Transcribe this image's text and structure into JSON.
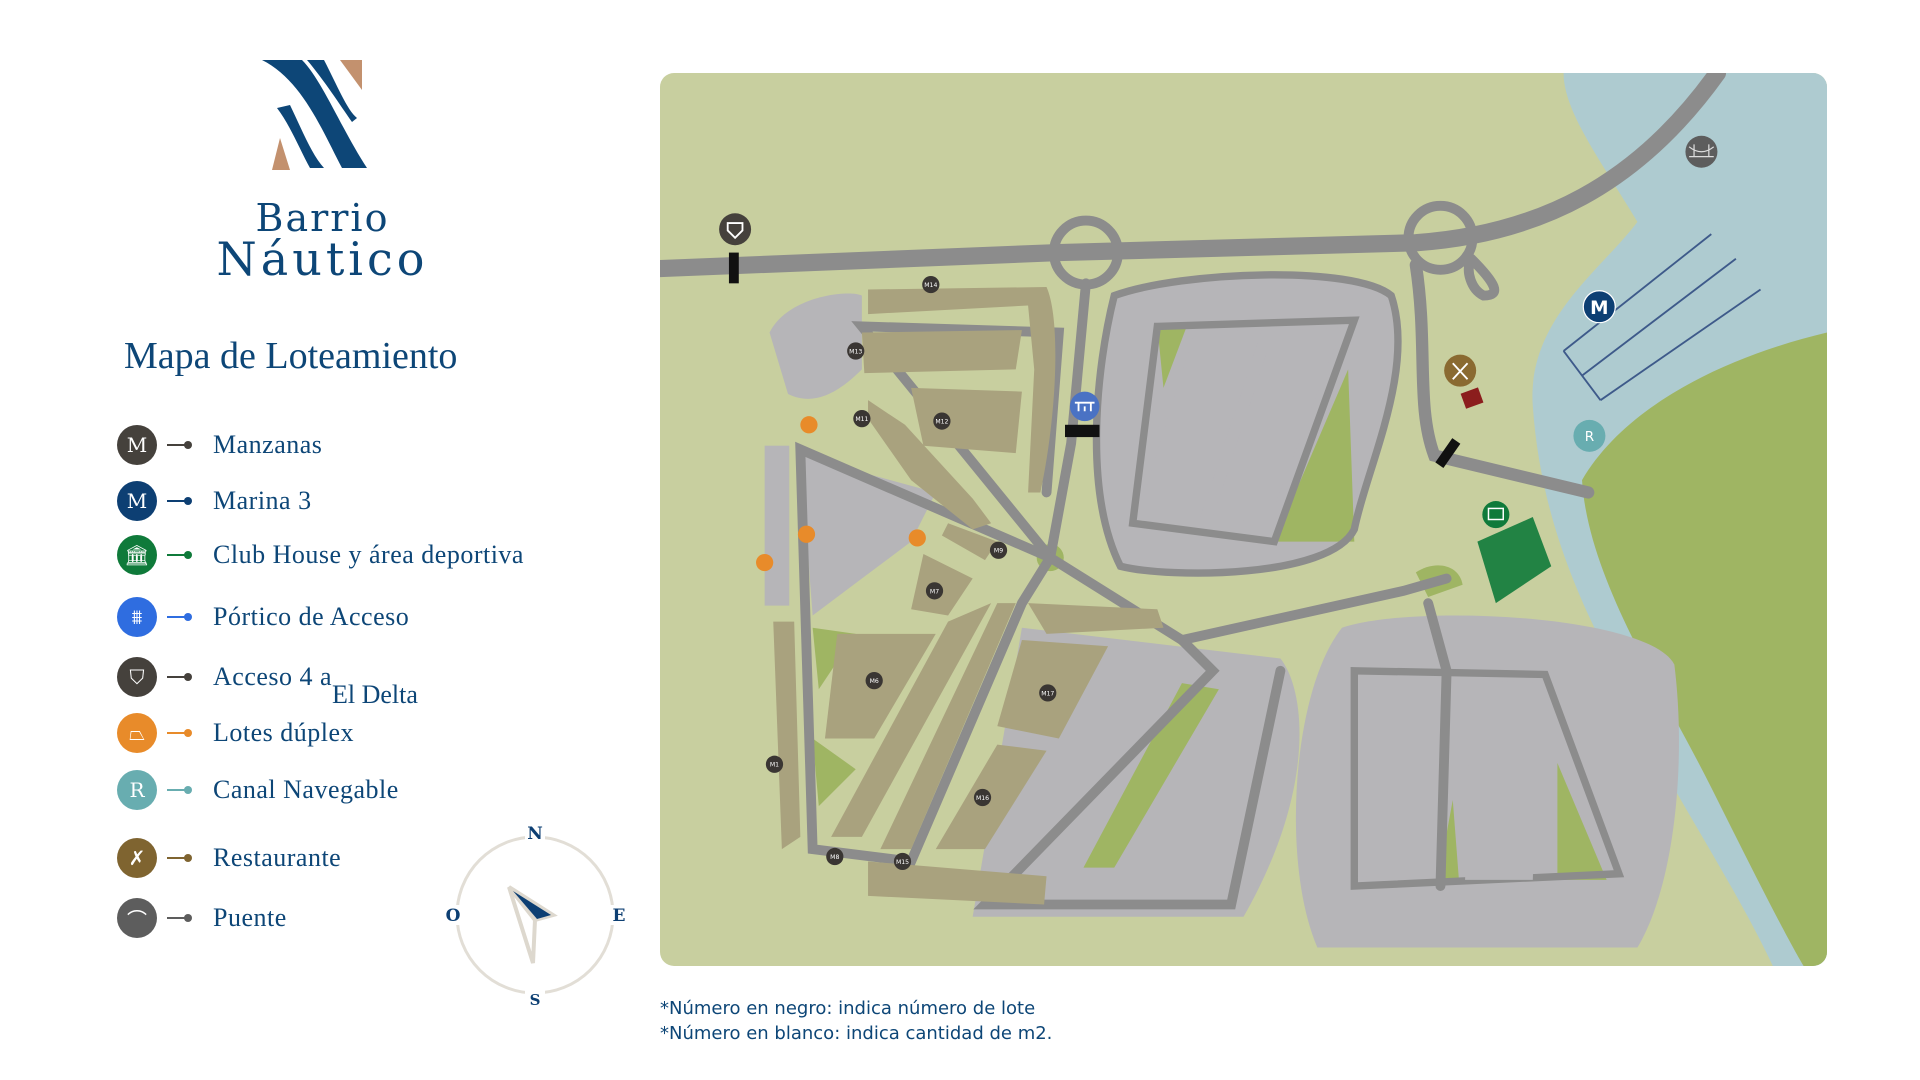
{
  "brand": {
    "line1": "Barrio",
    "line2": "Náutico"
  },
  "title": "Mapa de Loteamiento",
  "legend": [
    {
      "icon": "manzana-icon",
      "glyph": "M",
      "label": "Manzanas",
      "color": "#45413c"
    },
    {
      "icon": "marina-icon",
      "glyph": "M",
      "label": "Marina 3",
      "color": "#0d3f73"
    },
    {
      "icon": "club-house-icon",
      "glyph": "🏛",
      "label": "Club House y área deportiva",
      "color": "#0f7a3a"
    },
    {
      "icon": "portico-icon",
      "glyph": "⩩",
      "label": "Pórtico de Acceso",
      "color": "#2f6de0"
    },
    {
      "icon": "shield-icon",
      "glyph": "⛉",
      "label": "Acceso 4 a",
      "label2": "El Delta",
      "color": "#45413c"
    },
    {
      "icon": "duplex-icon",
      "glyph": "⏢",
      "label": "Lotes dúplex",
      "color": "#e88b2a"
    },
    {
      "icon": "canal-icon",
      "glyph": "R",
      "label": "Canal Navegable",
      "color": "#68adb0"
    },
    {
      "icon": "restaurant-icon",
      "glyph": "✗",
      "label": "Restaurante",
      "color": "#7f6430"
    },
    {
      "icon": "bridge-icon",
      "glyph": "⌒",
      "label": "Puente",
      "color": "#5d5d5d"
    }
  ],
  "compass": {
    "n": "N",
    "s": "S",
    "e": "E",
    "w": "O"
  },
  "map": {
    "manzanas": [
      "M14",
      "M13",
      "M11",
      "M12",
      "M9",
      "M7",
      "M6",
      "M1",
      "M8",
      "M15",
      "M16",
      "M17"
    ],
    "marina_glyph": "M",
    "canal_glyph": "R",
    "colors": {
      "ground": "#c8cf9f",
      "water": "#aecbd0",
      "park": "#9fb563",
      "road": "#8c8c8c",
      "block": "#b6b5b8",
      "lot": "#a9a27e"
    }
  },
  "notes": [
    "*Número en negro: indica número de lote",
    "*Número en blanco: indica cantidad de m2."
  ]
}
